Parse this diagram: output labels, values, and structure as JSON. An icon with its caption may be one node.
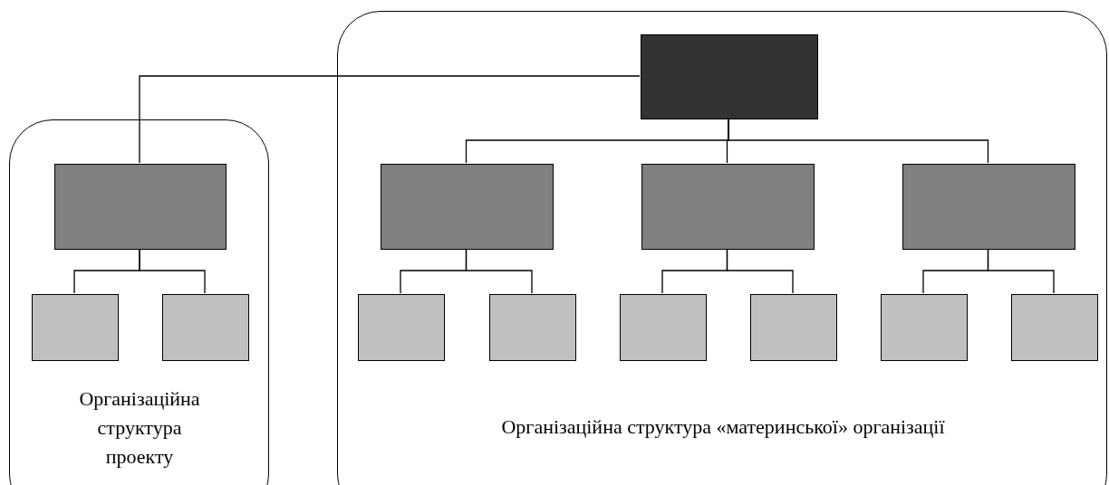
{
  "diagram": {
    "nodes": [
      {
        "text": [
          "Організаційна структура проекту"
        ]
      },
      {
        "text": [
          "Організаційна структура «материнської» організації"
        ]
      },
      {
        "text": [],
        "shape": "box",
        "in": 1
      },
      {
        "text": [],
        "shape": "box",
        "in": 0
      },
      {
        "text": [],
        "shape": "box",
        "in": 0
      },
      {
        "text": [],
        "shape": "box",
        "in": 0
      },
      {
        "text": [],
        "shape": "box",
        "in": 1
      },
      {
        "text": [],
        "shape": "box",
        "in": 1
      },
      {
        "text": [],
        "shape": "box",
        "in": 1
      },
      {
        "text": [],
        "shape": "box",
        "in": 1
      },
      {
        "text": [],
        "shape": "box",
        "in": 1
      },
      {
        "text": [],
        "shape": "box",
        "in": 1
      },
      {
        "text": [],
        "shape": "box",
        "in": 1
      },
      {
        "text": [],
        "shape": "box",
        "in": 1
      },
      {
        "text": [],
        "shape": "box",
        "in": 1
      }
    ],
    "edges": [
      {
        "from": 2,
        "to": 3,
        "arrow": "none"
      },
      {
        "from": 2,
        "to": 6,
        "arrow": "none"
      },
      {
        "from": 2,
        "to": 7,
        "arrow": "none"
      },
      {
        "from": 2,
        "to": 8,
        "arrow": "none"
      },
      {
        "from": 3,
        "to": 4,
        "arrow": "none"
      },
      {
        "from": 3,
        "to": 5,
        "arrow": "none"
      },
      {
        "from": 6,
        "to": 9,
        "arrow": "none"
      },
      {
        "from": 6,
        "to": 10,
        "arrow": "none"
      },
      {
        "from": 7,
        "to": 11,
        "arrow": "none"
      },
      {
        "from": 7,
        "to": 12,
        "arrow": "none"
      },
      {
        "from": 8,
        "to": 13,
        "arrow": "none"
      },
      {
        "from": 8,
        "to": 14,
        "arrow": "none"
      }
    ]
  }
}
